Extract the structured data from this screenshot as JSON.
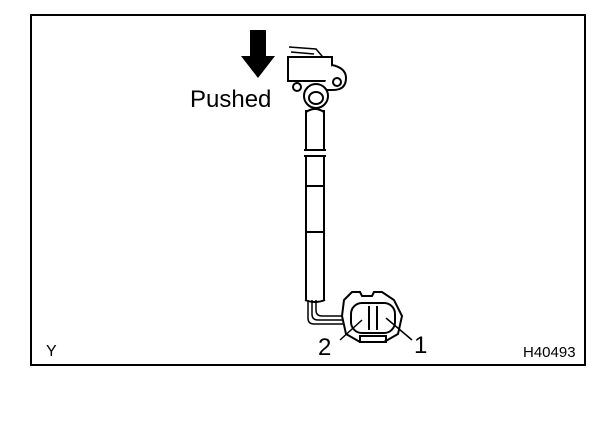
{
  "labels": {
    "action": "Pushed",
    "terminal_2": "2",
    "terminal_1": "1",
    "corner_code": "Y",
    "figure_id": "H40493"
  },
  "icons": {
    "arrow": "down-arrow-icon"
  },
  "colors": {
    "line": "#000000",
    "background": "#ffffff"
  }
}
